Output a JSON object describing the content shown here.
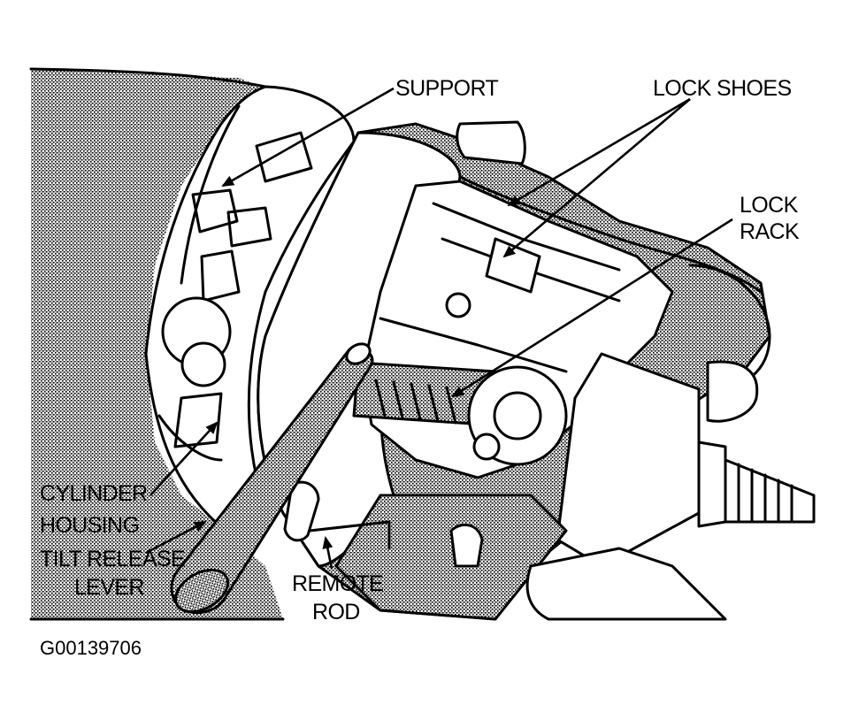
{
  "labels": {
    "support": "SUPPORT",
    "lock_shoes": "LOCK SHOES",
    "lock_rack_1": "LOCK",
    "lock_rack_2": "RACK",
    "cylinder_housing_1": "CYLINDER",
    "cylinder_housing_2": "HOUSING",
    "tilt_release_1": "TILT RELEASE",
    "tilt_release_2": "LEVER",
    "remote_rod_1": "REMOTE",
    "remote_rod_2": "ROD"
  },
  "figure_id": "G00139706",
  "colors": {
    "ink": "#000000",
    "paper": "#ffffff",
    "stipple": "#8a8a8a"
  }
}
